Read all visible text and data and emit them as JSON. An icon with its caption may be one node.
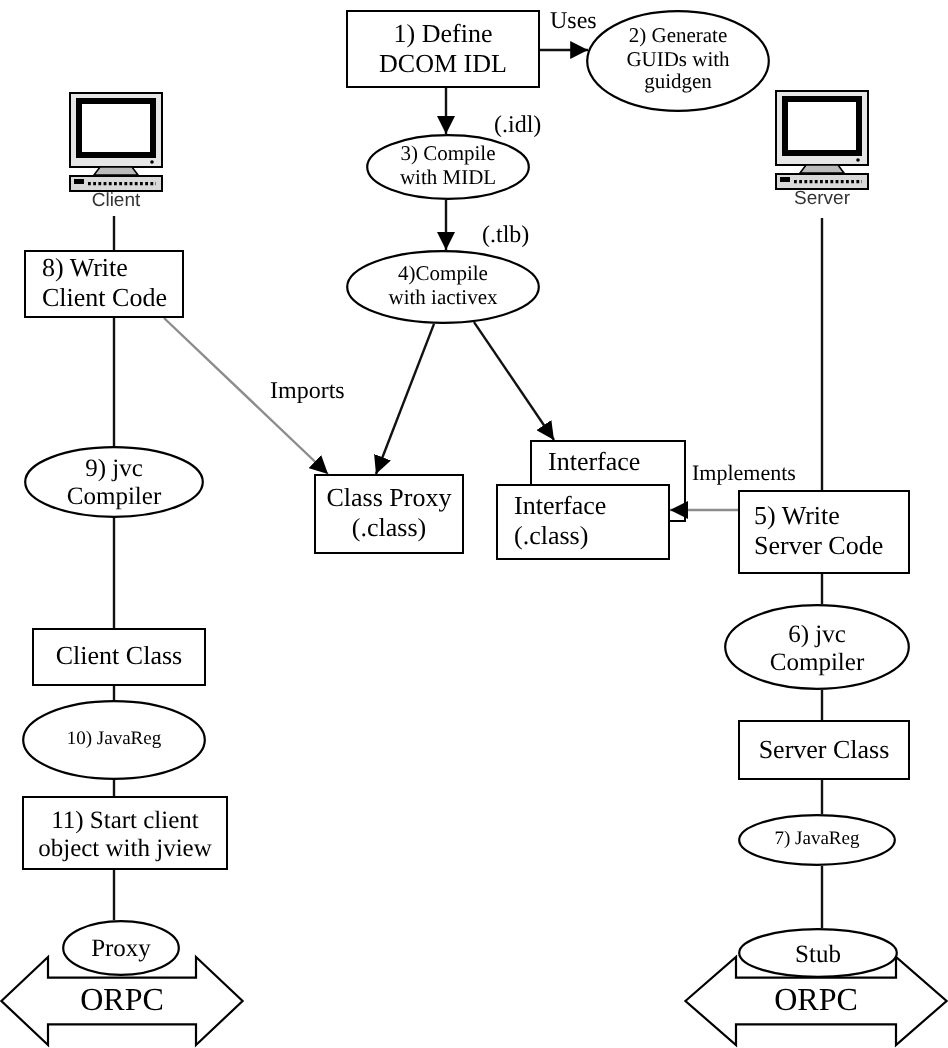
{
  "diagram": {
    "nodes": [
      {
        "text": [
          "1) Define DCOM IDL"
        ]
      },
      {
        "text": [
          "2) Generate GUIDs with guidgen"
        ]
      },
      {
        "text": [
          "3) Compile with MIDL"
        ]
      },
      {
        "text": [],
        "shape": "picture",
        "beside": [
          "Client"
        ]
      },
      {
        "text": [],
        "shape": "picture",
        "beside": [
          "Server"
        ]
      },
      {
        "text": [
          "8) Write Client Code"
        ]
      },
      {
        "text": [
          "4)Compile with iactivex"
        ]
      },
      {
        "text": [
          "Interface"
        ]
      },
      {
        "text": [
          "Class Proxy (.class)"
        ]
      },
      {
        "text": [
          "Interface (.class)"
        ]
      },
      {
        "text": [
          "5) Write Server Code"
        ]
      },
      {
        "text": [
          "9) jvc Compiler"
        ]
      },
      {
        "text": [
          "6) jvc Compiler"
        ]
      },
      {
        "text": [
          "Client Class"
        ]
      },
      {
        "text": [
          "Server Class"
        ]
      },
      {
        "text": [
          "10) JavaReg"
        ]
      },
      {
        "text": [
          "7) JavaReg"
        ]
      },
      {
        "text": [
          "11) Start client object with jview"
        ]
      },
      {
        "text": [
          "Proxy"
        ]
      },
      {
        "text": [
          "Stub"
        ]
      },
      {
        "text": [
          "ORPC"
        ]
      },
      {
        "text": [
          "ORPC"
        ]
      }
    ],
    "edges": [
      {
        "from": 0,
        "to": 1,
        "arrow": "to",
        "label": "Uses"
      },
      {
        "from": 0,
        "to": 2,
        "arrow": "to",
        "label": "(.idl)"
      },
      {
        "from": 2,
        "to": 6,
        "arrow": "to",
        "label": "(.tlb)"
      },
      {
        "from": 6,
        "to": 8,
        "arrow": "to"
      },
      {
        "from": 6,
        "to": 7,
        "arrow": "to"
      },
      {
        "from": 5,
        "to": 8,
        "arrow": "to",
        "label": "Imports",
        "color": "#8c8c8c"
      },
      {
        "from": 10,
        "to": 9,
        "arrow": "to",
        "label": "Implements",
        "color": "#8c8c8c"
      },
      {
        "from": 3,
        "to": 5,
        "arrow": "none"
      },
      {
        "from": 5,
        "to": 11,
        "arrow": "none"
      },
      {
        "from": 11,
        "to": 13,
        "arrow": "none"
      },
      {
        "from": 13,
        "to": 15,
        "arrow": "none"
      },
      {
        "from": 15,
        "to": 17,
        "arrow": "none"
      },
      {
        "from": 17,
        "to": 18,
        "arrow": "none"
      },
      {
        "from": 4,
        "to": 10,
        "arrow": "none"
      },
      {
        "from": 10,
        "to": 12,
        "arrow": "none"
      },
      {
        "from": 12,
        "to": 14,
        "arrow": "none"
      },
      {
        "from": 14,
        "to": 16,
        "arrow": "none"
      },
      {
        "from": 16,
        "to": 19,
        "arrow": "none"
      }
    ]
  }
}
